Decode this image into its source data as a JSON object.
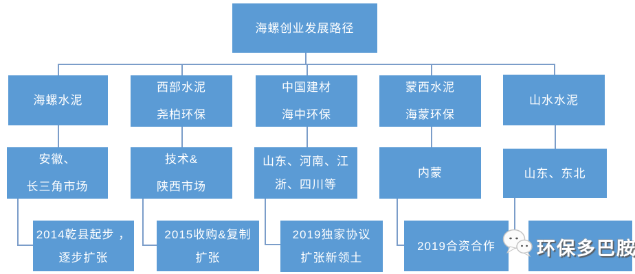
{
  "colors": {
    "node_fill": "#5B9BD5",
    "node_text": "#FFFFFF",
    "connector": "#7B9DC9",
    "background": "#FFFFFF"
  },
  "diagram": {
    "root": "海螺创业发展路径",
    "col1": {
      "partner": "海螺水泥",
      "market1": "安徽、",
      "market2": "长三角市场",
      "milestone1": "2014乾县起步 ，",
      "milestone2": "逐步扩张"
    },
    "col2": {
      "partner1": "西部水泥",
      "partner2": "尧柏环保",
      "market1": "技术&",
      "market2": "陕西市场",
      "milestone1": "2015收购&复制",
      "milestone2": "扩张"
    },
    "col3": {
      "partner1": "中国建材",
      "partner2": "海中环保",
      "market1": "山东、河南、江",
      "market2": "浙、四川等",
      "milestone1": "2019独家协议",
      "milestone2": "扩张新领土"
    },
    "col4": {
      "partner1": "蒙西水泥",
      "partner2": "海蒙环保",
      "market": "内蒙",
      "milestone": "2019合资合作"
    },
    "col5": {
      "partner": "山水水泥",
      "market": "山东、东北"
    }
  },
  "watermark": {
    "label": "环保多巴胺",
    "icon": "wechat-chat-bubbles"
  }
}
